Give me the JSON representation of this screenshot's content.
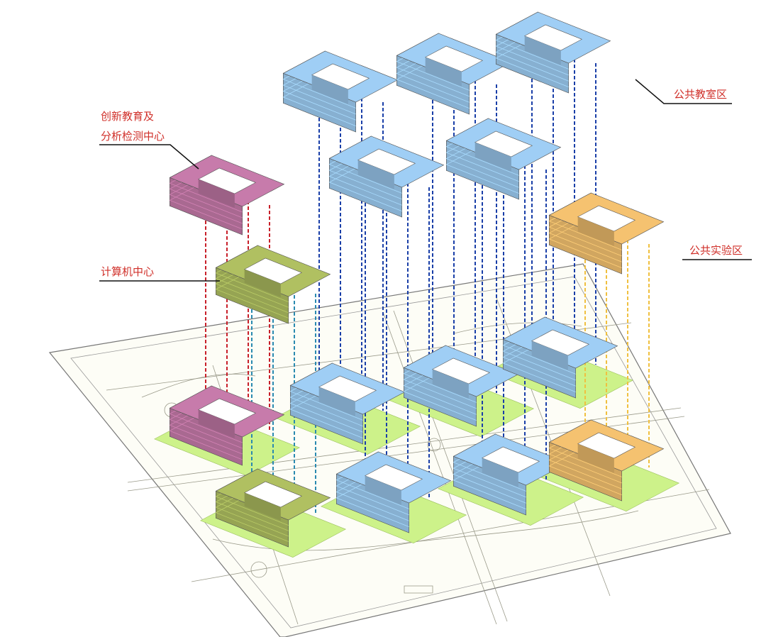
{
  "labels": {
    "innovation_line1": "创新教育及",
    "innovation_line2": "分析检测中心",
    "computer_center": "计算机中心",
    "public_classroom": "公共教室区",
    "public_lab": "公共实验区"
  },
  "colors": {
    "label_text": "#d0302a",
    "classroom_blue": "#93bfe3",
    "innovation_pink": "#b8729e",
    "computer_green": "#a3b25a",
    "lab_orange": "#e3b468",
    "ground_green": "#cdf28a",
    "site_line": "#8a8a7a",
    "dash_red": "#c8202a",
    "dash_teal": "#2a8ab0",
    "dash_blue": "#1a3fa8",
    "dash_yellow": "#f0c040"
  }
}
